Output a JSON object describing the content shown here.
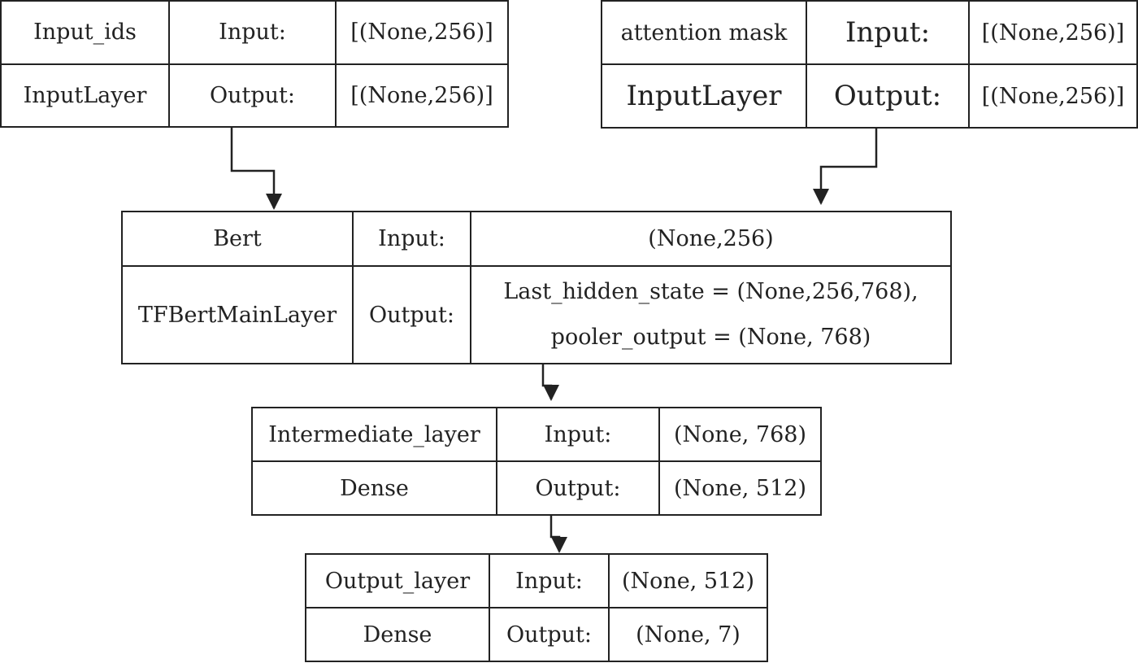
{
  "nodes": {
    "input_ids": {
      "name": "Input_ids",
      "type": "InputLayer",
      "in_label": "Input:",
      "in_shape": "[(None,256)]",
      "out_label": "Output:",
      "out_shape": "[(None,256)]"
    },
    "attention_mask": {
      "name": "attention mask",
      "type": "InputLayer",
      "in_label": "Input:",
      "in_shape": "[(None,256)]",
      "out_label": "Output:",
      "out_shape": "[(None,256)]"
    },
    "bert": {
      "name": "Bert",
      "type": "TFBertMainLayer",
      "in_label": "Input:",
      "in_shape": "(None,256)",
      "out_label": "Output:",
      "out_line1": "Last_hidden_state = (None,256,768),",
      "out_line2": "pooler_output = (None, 768)"
    },
    "intermediate": {
      "name": "Intermediate_layer",
      "type": "Dense",
      "in_label": "Input:",
      "in_shape": "(None, 768)",
      "out_label": "Output:",
      "out_shape": "(None, 512)"
    },
    "output": {
      "name": "Output_layer",
      "type": "Dense",
      "in_label": "Input:",
      "in_shape": "(None, 512)",
      "out_label": "Output:",
      "out_shape": "(None, 7)"
    }
  },
  "edges": [
    {
      "from": "Input_ids",
      "to": "Bert"
    },
    {
      "from": "attention mask",
      "to": "Bert"
    },
    {
      "from": "Bert",
      "to": "Intermediate_layer"
    },
    {
      "from": "Intermediate_layer",
      "to": "Output_layer"
    }
  ]
}
